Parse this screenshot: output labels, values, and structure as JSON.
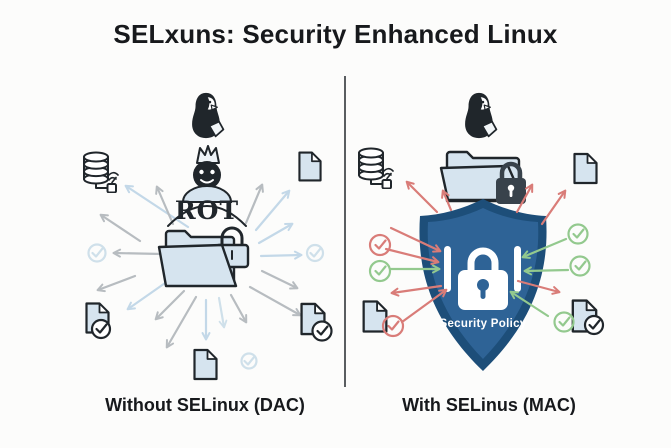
{
  "title": "SELxuns: Security Enhanced Linux",
  "left_panel": {
    "caption": "Without SELinux (DAC)",
    "root_label": "ROT",
    "icons": [
      "tux-penguin-icon",
      "crown-icon",
      "root-user-icon",
      "open-folder-lock-icon",
      "database-access-icon",
      "file-icon",
      "file-check-icon",
      "check-circle-icon"
    ],
    "arrow_colors": [
      "#b7bcc0",
      "#c3d8e8"
    ]
  },
  "right_panel": {
    "caption": "With SELinus (MAC)",
    "shield_label": "Security Policy",
    "icons": [
      "tux-penguin-icon",
      "locked-folder-icon",
      "security-shield-icon",
      "padlock-icon",
      "database-access-icon",
      "file-icon",
      "file-check-icon",
      "allowed-check-icon",
      "denied-check-icon"
    ],
    "arrow_colors": [
      "#d97c78",
      "#93c98e"
    ]
  },
  "palette": {
    "paper": "#fcfcfb",
    "ink": "#20262b",
    "text": "#17191c",
    "light_blue": "#d6e4ef",
    "arrow_gray": "#b7bcc0",
    "arrow_blue": "#c3d8e8",
    "faint_blue": "#cfe0ea",
    "shield_dark": "#1d4e79",
    "shield_mid": "#2e6396",
    "red": "#d97c78",
    "green": "#93c98e",
    "lock_dark": "#38424b",
    "divider": "#5a5d60"
  }
}
